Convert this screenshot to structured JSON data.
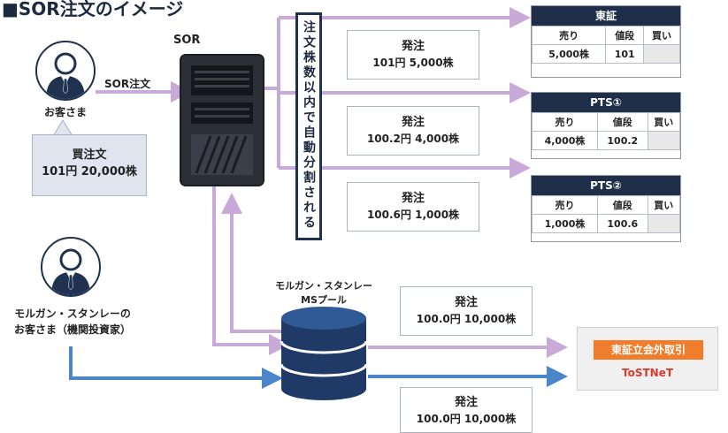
{
  "title": "■SOR注文のイメージ",
  "customer": {
    "label": "お客さま"
  },
  "order_callout": {
    "line1": "買注文",
    "line2": "101円  20,000株"
  },
  "sor_order_label": "SOR注文",
  "sor": {
    "label": "SOR"
  },
  "split_note": "注文株数以内で自動分割される",
  "orders": [
    {
      "line1": "発注",
      "line2": "101円  5,000株"
    },
    {
      "line1": "発注",
      "line2": "100.2円  4,000株"
    },
    {
      "line1": "発注",
      "line2": "100.6円  1,000株"
    }
  ],
  "boards": [
    {
      "name": "東証",
      "headers": [
        "売り",
        "値段",
        "買い"
      ],
      "row": [
        "5,000株",
        "101",
        ""
      ]
    },
    {
      "name": "PTS①",
      "headers": [
        "売り",
        "値段",
        "買い"
      ],
      "row": [
        "4,000株",
        "100.2",
        ""
      ]
    },
    {
      "name": "PTS②",
      "headers": [
        "売り",
        "値段",
        "買い"
      ],
      "row": [
        "1,000株",
        "100.6",
        ""
      ]
    }
  ],
  "ms_customer": {
    "line1": "モルガン・スタンレーの",
    "line2": "お客さま（機関投資家）"
  },
  "ms_pool": {
    "line1": "モルガン・スタンレー",
    "line2": "MSプール"
  },
  "pool_orders": [
    {
      "line1": "発注",
      "line2": "100.0円  10,000株"
    },
    {
      "line1": "発注",
      "line2": "100.0円  10,000株"
    }
  ],
  "tostnet": {
    "badge": "東証立会外取引",
    "name": "ToSTNeT"
  },
  "colors": {
    "navy": "#1f3350",
    "purple": "#c9a9d8",
    "blue": "#4a86c8",
    "orange": "#f07d2b",
    "red": "#d83a2b"
  }
}
